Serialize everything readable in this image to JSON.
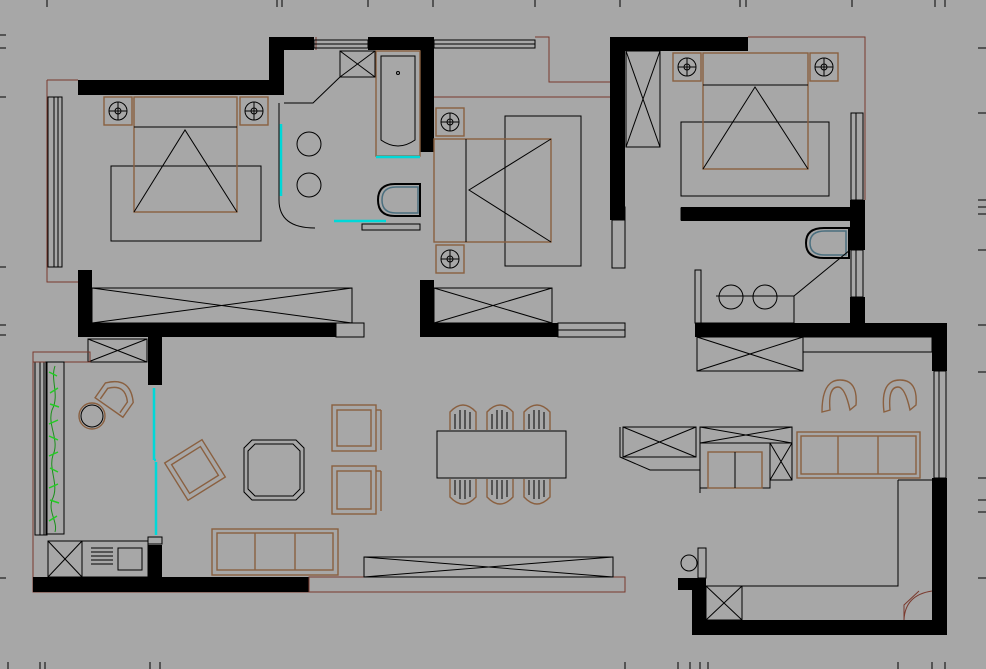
{
  "drawing": {
    "background_color": "#a7a7a7",
    "wall_color": "#000000",
    "furniture_outline_color": "#8a6040",
    "outline_color": "#7a3a2e",
    "fixture_highlight_color": "#00d8d8",
    "planter_color": "#22cc22"
  },
  "rooms": [
    {
      "id": "bedroom-west",
      "bed": "double-bed-icon",
      "wardrobe": "wardrobe-icon",
      "nightstands": 2
    },
    {
      "id": "bathroom-main",
      "fixtures": [
        "bathtub-icon",
        "toilet-icon",
        "double-sink-icon"
      ]
    },
    {
      "id": "bedroom-middle",
      "bed": "double-bed-icon",
      "wardrobe": "wardrobe-icon",
      "nightstands": 2
    },
    {
      "id": "bedroom-east",
      "bed": "double-bed-icon",
      "wardrobe": "wardrobe-icon",
      "nightstands": 2
    },
    {
      "id": "bathroom-east",
      "fixtures": [
        "toilet-icon",
        "double-sink-icon"
      ]
    },
    {
      "id": "living-room",
      "furniture": [
        "sofa-icon",
        "coffee-table-icon",
        "armchair-icon",
        "tv-cabinet-icon"
      ]
    },
    {
      "id": "dining",
      "furniture": [
        "dining-table-icon",
        "dining-chair-icon"
      ],
      "chairs": 6
    },
    {
      "id": "balcony",
      "furniture": [
        "planter-icon",
        "lounge-chair-icon",
        "round-table-icon"
      ]
    },
    {
      "id": "kitchen",
      "fixtures": [
        "stove-icon",
        "sink-icon",
        "storage-cabinet-icon"
      ]
    },
    {
      "id": "study-lounge",
      "furniture": [
        "sofa-icon",
        "armchair-icon",
        "cabinet-icon"
      ]
    }
  ]
}
